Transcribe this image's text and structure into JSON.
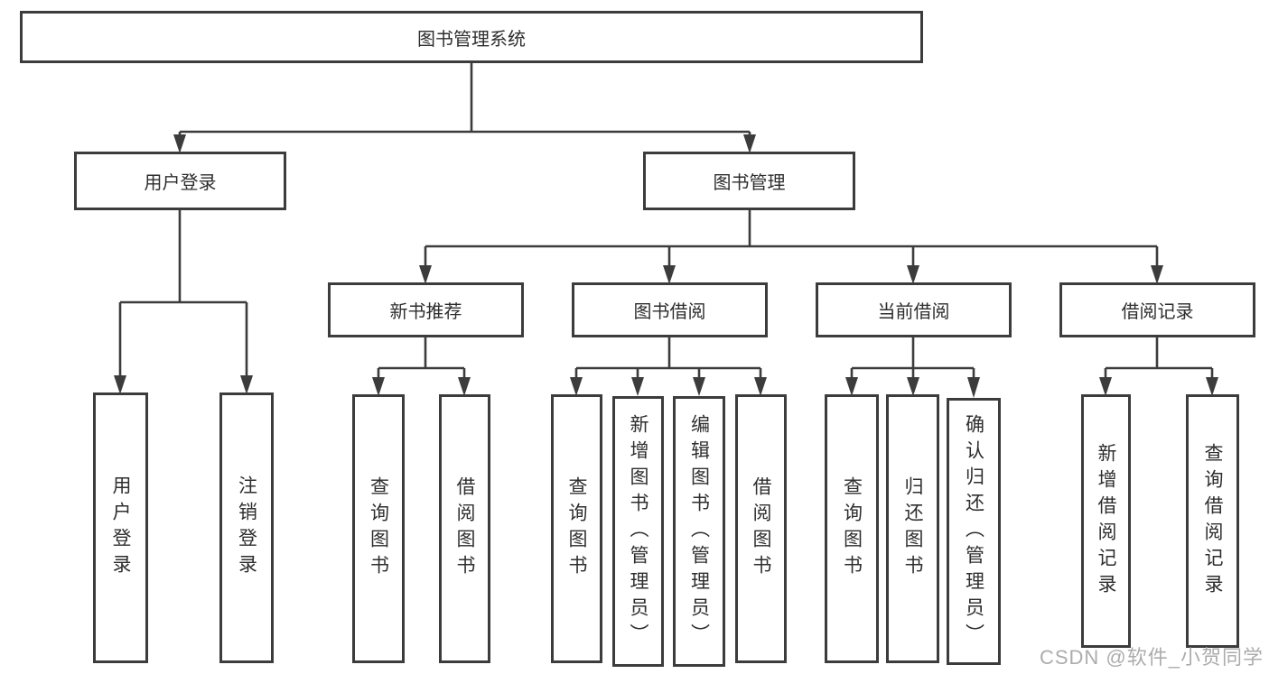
{
  "colors": {
    "line": "#3c3c3c",
    "text": "#2e2e2e",
    "watermark": "#acacac"
  },
  "tree": {
    "root": {
      "label": "图书管理系统"
    },
    "level2": [
      {
        "label": "用户登录"
      },
      {
        "label": "图书管理"
      }
    ],
    "level3": [
      {
        "label": "新书推荐"
      },
      {
        "label": "图书借阅"
      },
      {
        "label": "当前借阅"
      },
      {
        "label": "借阅记录"
      }
    ],
    "leaves": {
      "user_login": [
        {
          "label": "用户登录"
        },
        {
          "label": "注销登录"
        }
      ],
      "new_book": [
        {
          "label": "查询图书"
        },
        {
          "label": "借阅图书"
        }
      ],
      "book_borrow": [
        {
          "label": "查询图书"
        },
        {
          "label": "新增图书（管理员）"
        },
        {
          "label": "编辑图书（管理员）"
        },
        {
          "label": "借阅图书"
        }
      ],
      "current_borrow": [
        {
          "label": "查询图书"
        },
        {
          "label": "归还图书"
        },
        {
          "label": "确认归还（管理员）"
        }
      ],
      "records": [
        {
          "label": "新增借阅记录"
        },
        {
          "label": "查询借阅记录"
        }
      ]
    }
  },
  "watermark": "CSDN @软件_小贺同学"
}
